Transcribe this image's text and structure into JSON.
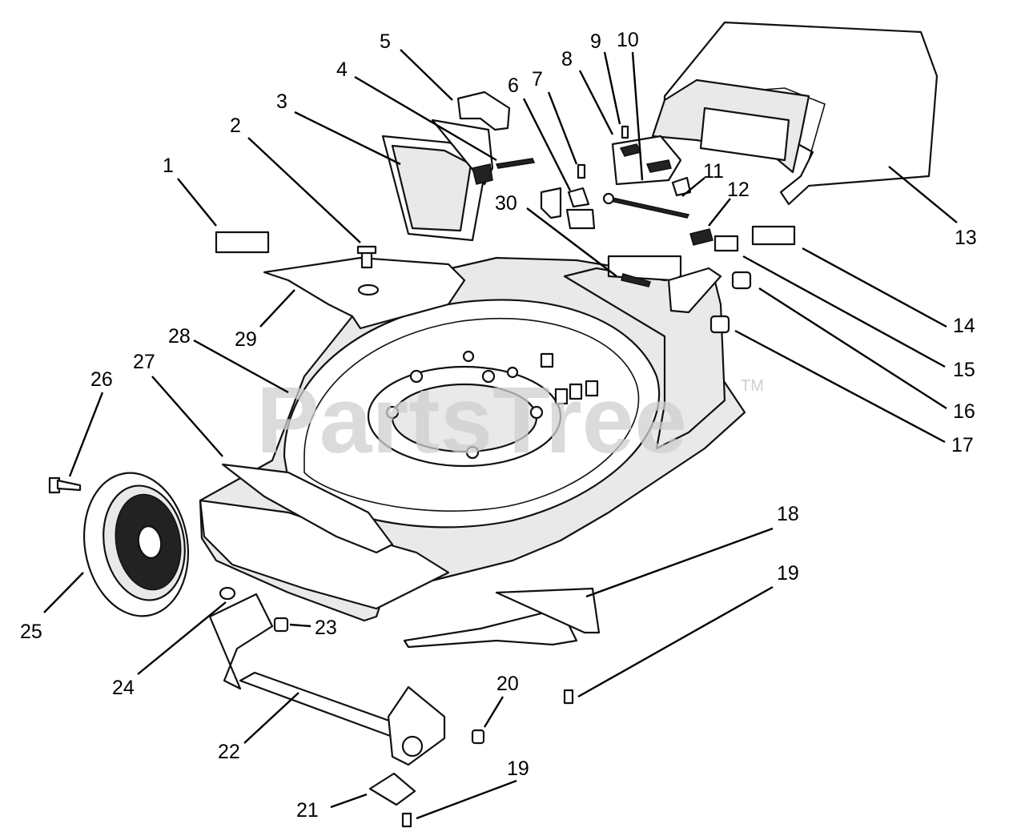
{
  "watermark": {
    "text": "PartsTree",
    "trademark": "TM"
  },
  "callouts": [
    "1",
    "2",
    "3",
    "4",
    "5",
    "6",
    "7",
    "8",
    "9",
    "10",
    "11",
    "12",
    "13",
    "14",
    "15",
    "16",
    "17",
    "18",
    "19",
    "20",
    "21",
    "22",
    "23",
    "24",
    "25",
    "26",
    "27",
    "28",
    "29",
    "30",
    "19"
  ]
}
